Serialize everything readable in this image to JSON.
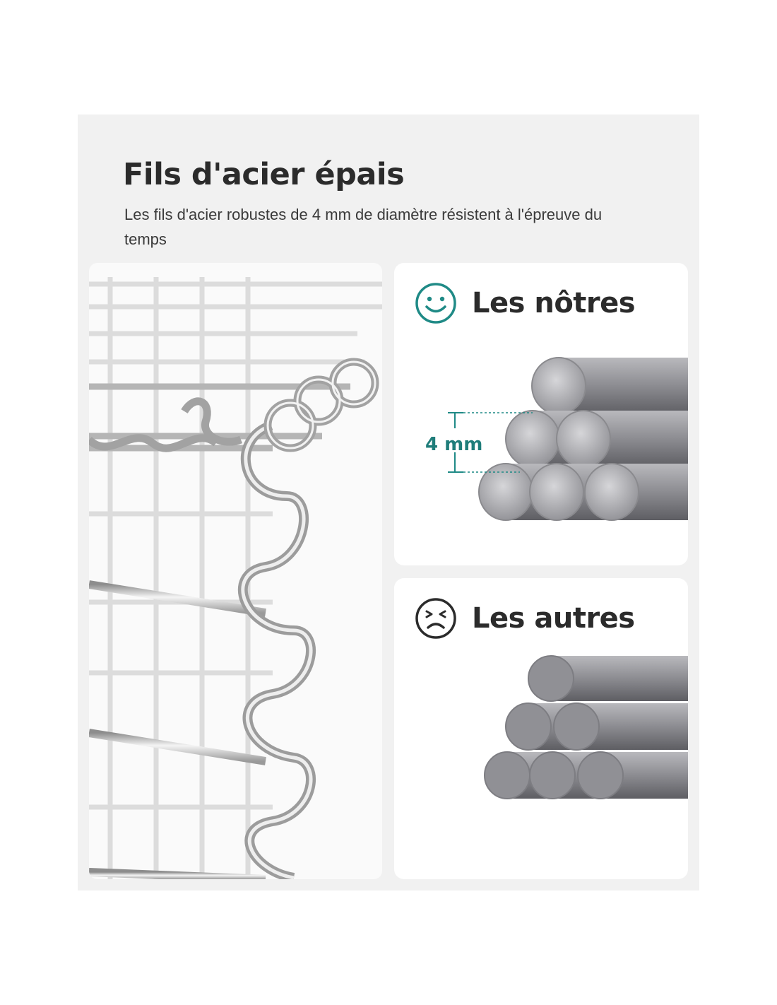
{
  "header": {
    "title": "Fils d'acier épais",
    "subtitle": "Les fils d'acier robustes de 4 mm de diamètre résistent à l'épreuve du temps"
  },
  "ours": {
    "label": "Les nôtres",
    "dimension": "4 mm",
    "icon": "smiley-face-icon",
    "accent": "#1f8a86"
  },
  "others": {
    "label": "Les autres",
    "icon": "unhappy-face-icon",
    "accent": "#2b2b2b"
  },
  "colors": {
    "panel": "#f1f1f1",
    "card": "#ffffff",
    "text": "#2b2b2b"
  }
}
